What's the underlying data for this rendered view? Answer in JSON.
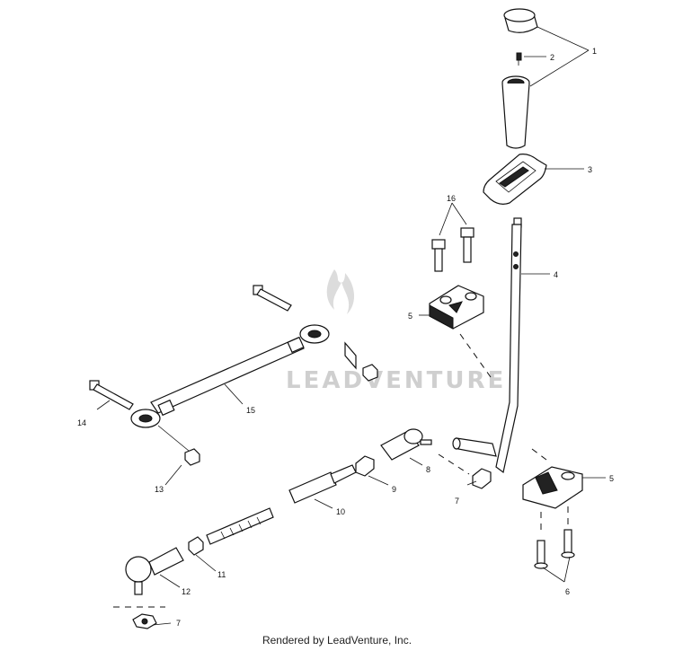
{
  "diagram": {
    "watermark_text": "LEADVENTURE",
    "footer_text": "Rendered by LeadVenture, Inc.",
    "callouts": [
      {
        "id": "1",
        "label": "1"
      },
      {
        "id": "2",
        "label": "2"
      },
      {
        "id": "3",
        "label": "3"
      },
      {
        "id": "4",
        "label": "4"
      },
      {
        "id": "5a",
        "label": "5"
      },
      {
        "id": "5b",
        "label": "5"
      },
      {
        "id": "6",
        "label": "6"
      },
      {
        "id": "7a",
        "label": "7"
      },
      {
        "id": "7b",
        "label": "7"
      },
      {
        "id": "8",
        "label": "8"
      },
      {
        "id": "9",
        "label": "9"
      },
      {
        "id": "10",
        "label": "10"
      },
      {
        "id": "11",
        "label": "11"
      },
      {
        "id": "12",
        "label": "12"
      },
      {
        "id": "13",
        "label": "13"
      },
      {
        "id": "14",
        "label": "14"
      },
      {
        "id": "15",
        "label": "15"
      },
      {
        "id": "16",
        "label": "16"
      }
    ]
  }
}
